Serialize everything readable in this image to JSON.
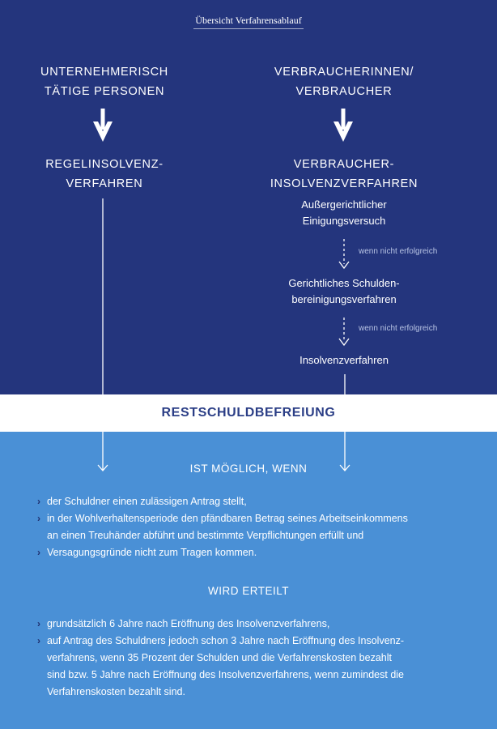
{
  "header": {
    "label": "Übersicht Verfahrensablauf"
  },
  "left_column": {
    "title": "UNTERNEHMERISCH\nTÄTIGE PERSONEN",
    "procedure": "REGELINSOLVENZ-\nVERFAHREN"
  },
  "right_column": {
    "title": "VERBRAUCHERINNEN/\nVERBRAUCHER",
    "procedure": "VERBRAUCHER-\nINSOLVENZVERFAHREN",
    "steps": [
      "Außergerichtlicher\nEinigungsversuch",
      "Gerichtliches Schulden-\nbereinigungsverfahren",
      "Insolvenzverfahren"
    ],
    "conditions": [
      "wenn nicht erfolgreich",
      "wenn nicht erfolgreich"
    ]
  },
  "band": {
    "title": "RESTSCHULDBEFREIUNG"
  },
  "possible": {
    "heading": "IST MÖGLICH, WENN",
    "items": [
      "der Schuldner einen zulässigen Antrag stellt,",
      "in der Wohlverhaltensperiode den pfändbaren Betrag seines Arbeitseinkommens\nan einen Treuhänder abführt und bestimmte Verpflichtungen erfüllt und",
      "Versagungsgründe nicht zum Tragen kommen."
    ]
  },
  "granted": {
    "heading": "WIRD ERTEILT",
    "items": [
      "grundsätzlich 6 Jahre nach Eröffnung des Insolvenzverfahrens,",
      "auf Antrag des Schuldners jedoch schon 3 Jahre nach Eröffnung des Insolvenz-\nverfahrens, wenn 35 Prozent der Schulden und die Verfahrenskosten bezahlt\nsind bzw. 5 Jahre nach Eröffnung des Insolvenzverfahrens, wenn zumindest die\nVerfahrenskosten bezahlt sind."
    ]
  },
  "bullet_marker": "›",
  "colors": {
    "top_background": "#24357d",
    "bottom_background": "#4a90d6",
    "band_background": "#ffffff",
    "band_text": "#2b3e86",
    "bullet": "#1f2f6e"
  }
}
